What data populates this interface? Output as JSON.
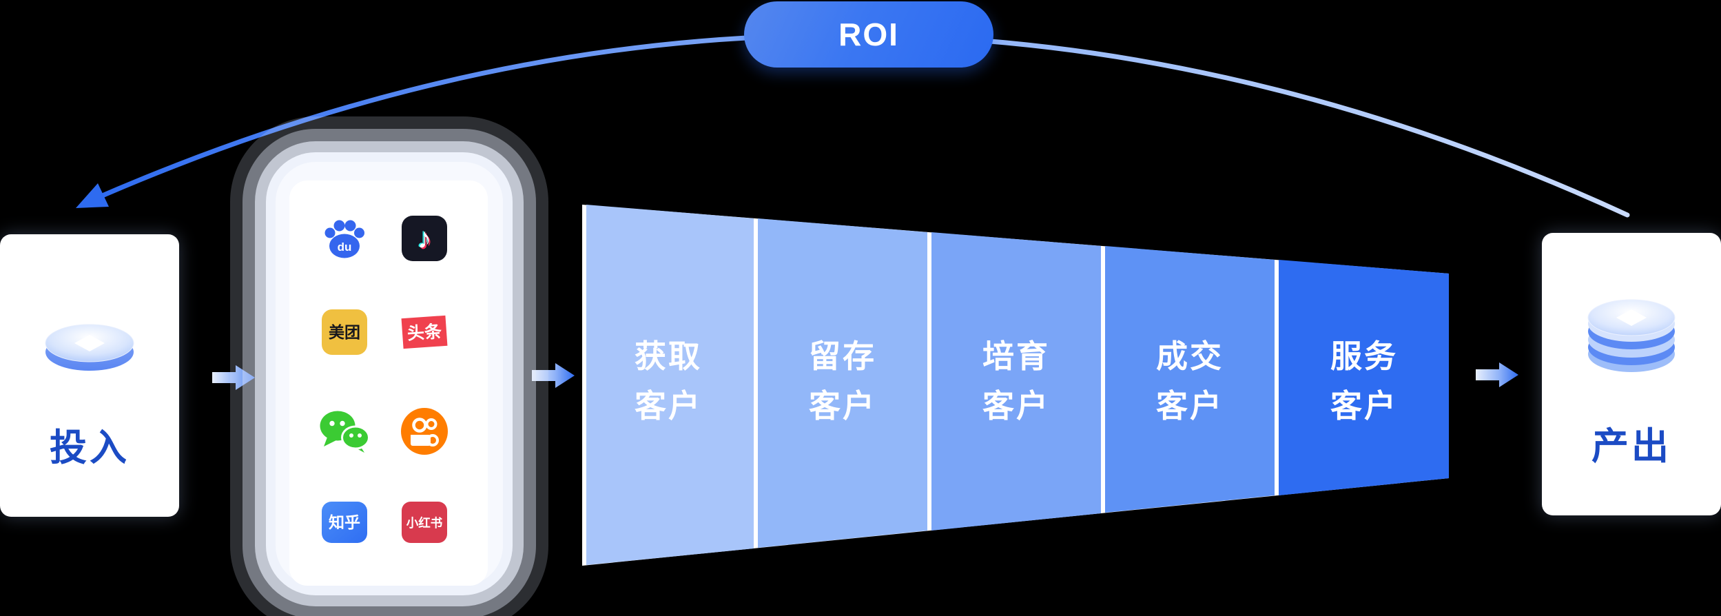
{
  "background_color": "#000000",
  "roi": {
    "label": "ROI",
    "badge_color_left": "#5587ee",
    "badge_color_right": "#2b6af1"
  },
  "input_card": {
    "label": "投入"
  },
  "output_card": {
    "label": "产出"
  },
  "label_text_color": "#1b4bc4",
  "icons": {
    "input_card_icon": "coin-icon",
    "output_card_icon": "coin-stack-icon",
    "flow_arrows": "right-arrow-icon",
    "roi_curve": "curved-arrow",
    "channel_icons": [
      "baidu-icon",
      "douyin-icon",
      "meituan-icon",
      "toutiao-icon",
      "wechat-icon",
      "kuaishou-icon",
      "zhihu-icon",
      "xiaohongshu-icon"
    ]
  },
  "channels": {
    "baidu_glyph": "du",
    "meituan_glyph": "美团",
    "toutiao_glyph": "头条",
    "zhihu_glyph": "知乎",
    "xiaohongshu_glyph": "小红书",
    "colors": {
      "baidu": "#3566ee",
      "douyin": "#151724",
      "meituan": "#f0c040",
      "toutiao": "#f0414e",
      "wechat": "#3bcb33",
      "kuaishou": "#ff7d00",
      "zhihu": "#3f82f6",
      "xiaohongshu": "#d83a4e"
    }
  },
  "funnel": {
    "stages": [
      {
        "line1": "获取",
        "line2": "客户",
        "color": "#a8c5fa"
      },
      {
        "line1": "留存",
        "line2": "客户",
        "color": "#92b7f9"
      },
      {
        "line1": "培育",
        "line2": "客户",
        "color": "#7aa5f7"
      },
      {
        "line1": "成交",
        "line2": "客户",
        "color": "#5e92f5"
      },
      {
        "line1": "服务",
        "line2": "客户",
        "color": "#2e6cf1"
      }
    ],
    "divider_color": "#ffffff"
  }
}
